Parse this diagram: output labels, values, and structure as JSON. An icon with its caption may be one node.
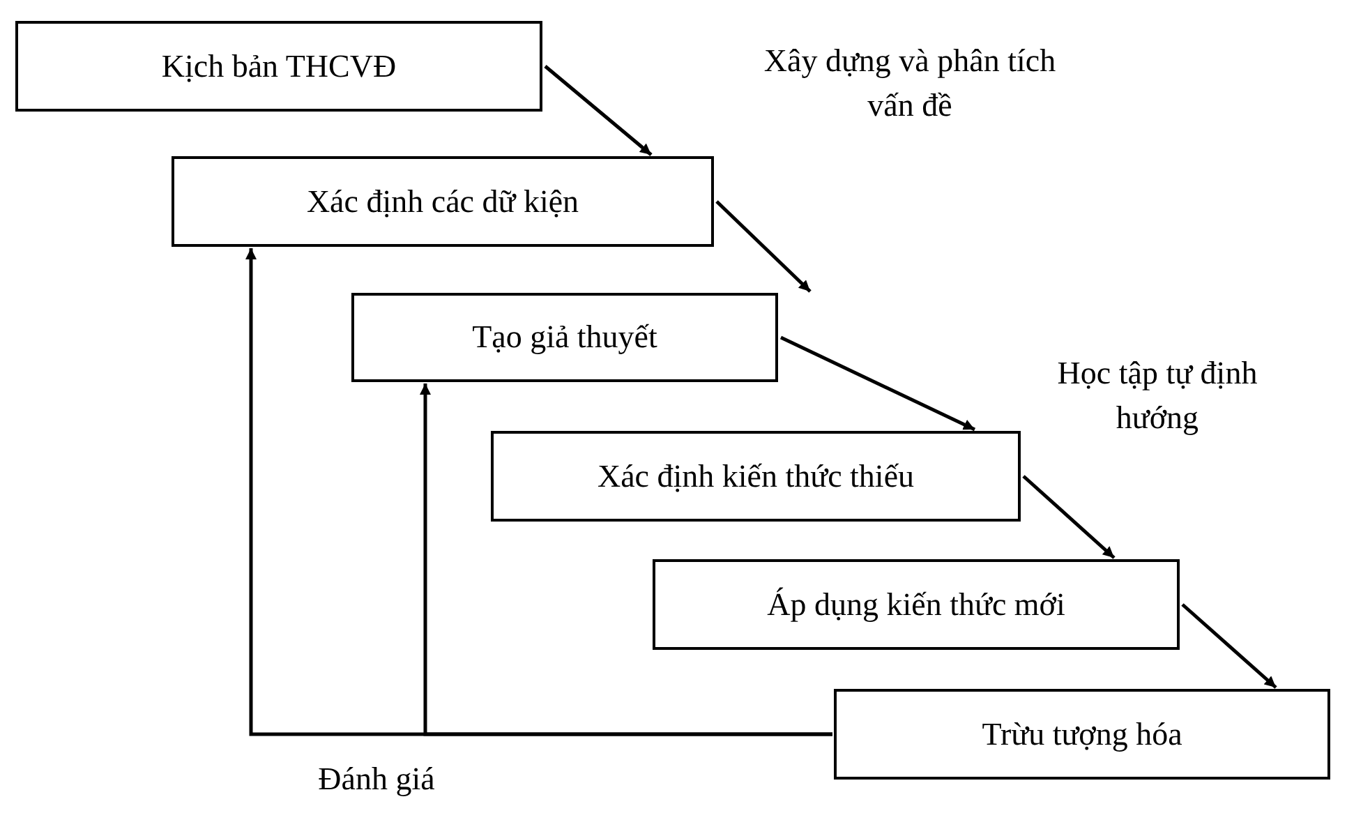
{
  "diagram": {
    "nodes": [
      {
        "text": [
          "Kịch bản THCVĐ"
        ]
      },
      {
        "text": [
          "Xác định các dữ kiện"
        ]
      },
      {
        "text": [
          "Tạo giả thuyết"
        ]
      },
      {
        "text": [
          "Xác định kiến thức thiếu"
        ]
      },
      {
        "text": [
          "Áp dụng kiến thức mới"
        ]
      },
      {
        "text": [
          "Trừu tượng hóa"
        ]
      }
    ],
    "edges": [
      {
        "from": 0,
        "to": 1,
        "arrow": "to"
      },
      {
        "from": 1,
        "to": 2,
        "arrow": "to"
      },
      {
        "from": 2,
        "to": 3,
        "arrow": "to"
      },
      {
        "from": 3,
        "to": 4,
        "arrow": "to"
      },
      {
        "from": 4,
        "to": 5,
        "arrow": "to"
      },
      {
        "from": 5,
        "to": 1,
        "arrow": "to"
      },
      {
        "from": 5,
        "to": 2,
        "arrow": "to"
      }
    ],
    "labels": [
      "Xây dựng và phân tích vấn đề",
      "Học tập tự định hướng",
      "Đánh giá"
    ]
  }
}
